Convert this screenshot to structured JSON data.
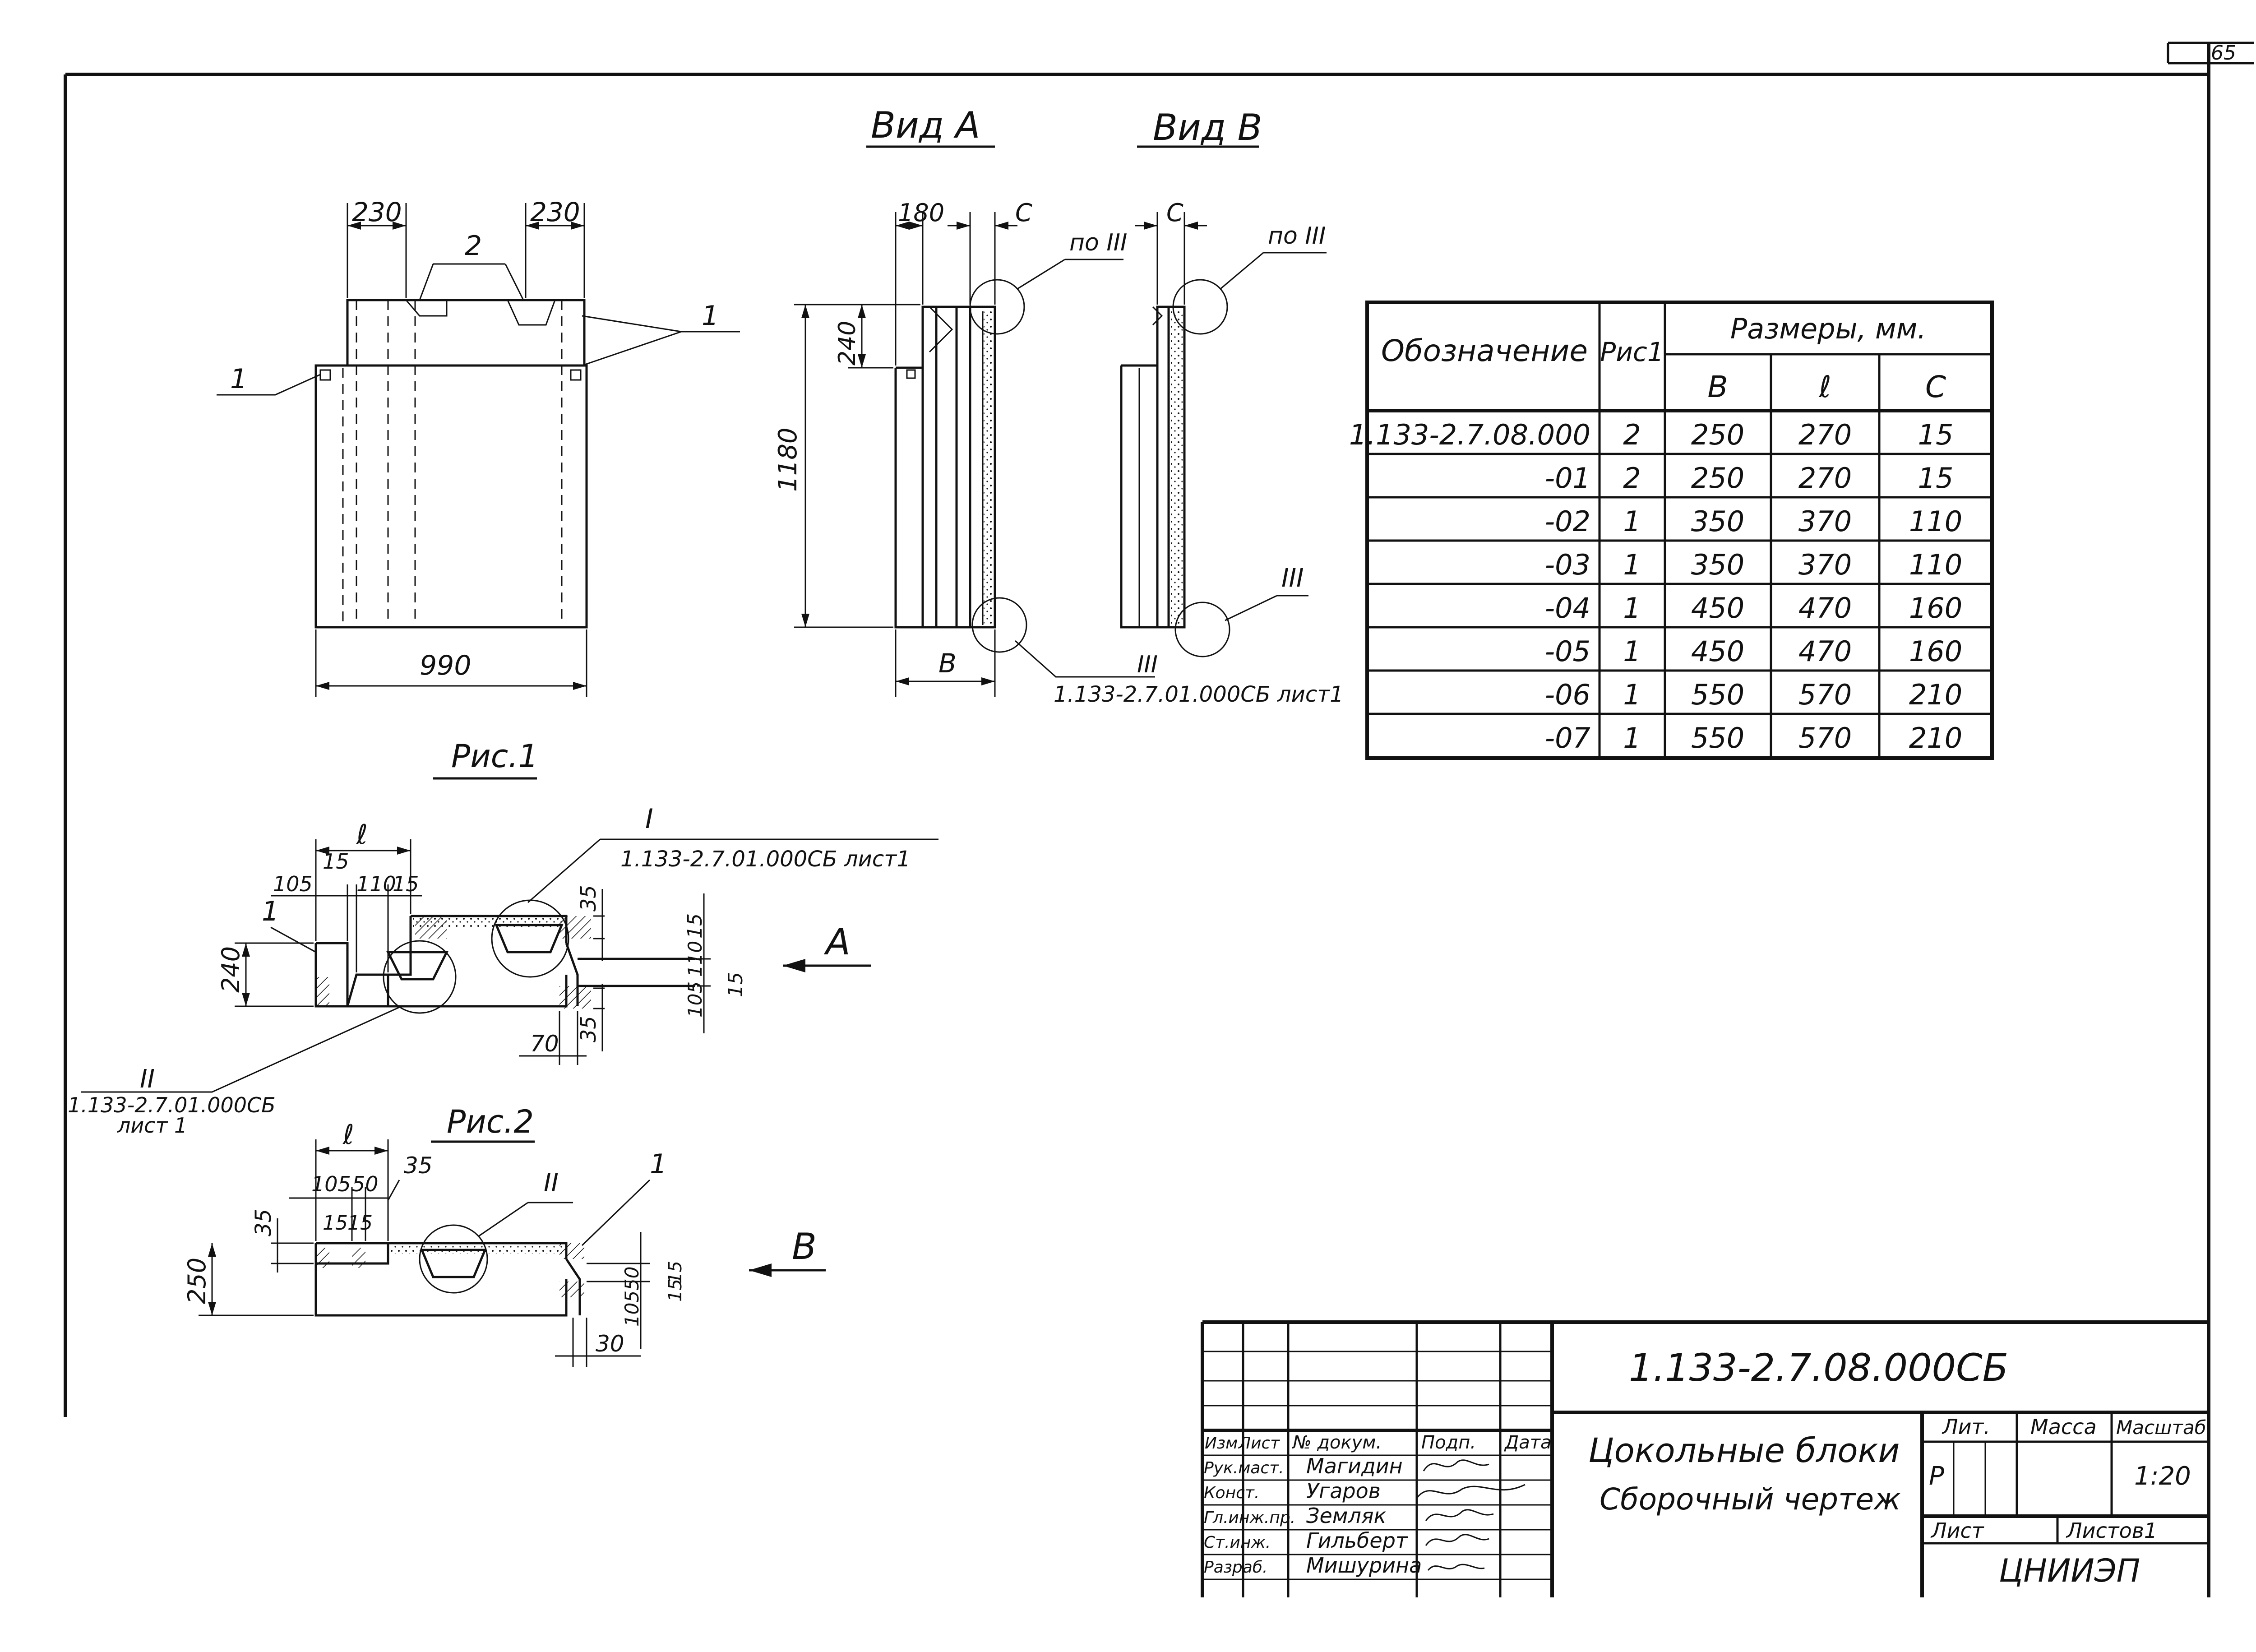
{
  "sheet": {
    "page_number": "65"
  },
  "views": {
    "view_a": "Вид А",
    "view_b": "Вид В",
    "fig1": "Рис.1",
    "fig2": "Рис.2"
  },
  "front_view": {
    "dim_left_top": "230",
    "dim_right_top": "230",
    "width": "990",
    "pos_2": "2",
    "pos_1_left": "1",
    "pos_1_right": "1"
  },
  "view_a": {
    "dim_top": "180",
    "dim_c": "С",
    "dim_240": "240",
    "dim_height": "1180",
    "dim_b": "В",
    "ref_label": "по III",
    "ref_iii": "III",
    "ref_note": "1.133-2.7.01.000СБ лист1"
  },
  "view_b": {
    "dim_c": "С",
    "ref_label": "по III",
    "mark_iii": "III"
  },
  "fig1": {
    "dim_l": "ℓ",
    "d105": "105",
    "d15a": "15",
    "d110": "110",
    "d15b": "15",
    "d240": "240",
    "pos_1": "1",
    "node_i": "I",
    "node_i_ref": "1.133-2.7.01.000СБ лист1",
    "d35a": "35",
    "d15c": "15",
    "d105b": "105",
    "d110b": "110",
    "d15d": "15",
    "d35b": "35",
    "d70": "70",
    "node_ii": "II",
    "node_ii_ref": "1.133-2.7.01.000СБ",
    "node_ii_sheet": "лист 1",
    "arrow": "А"
  },
  "fig2": {
    "dim_l": "ℓ",
    "d105": "105",
    "d50": "50",
    "d35a": "35",
    "d35b": "35",
    "d15a": "15",
    "d15b": "15",
    "d250": "250",
    "node_ii": "II",
    "pos_1": "1",
    "d105b": "105",
    "d50b": "50",
    "d15c": "15",
    "d15d": "15",
    "d30": "30",
    "arrow": "В"
  },
  "table": {
    "headers": {
      "designation": "Обозначение",
      "fig": "Рис1",
      "sizes": "Размеры, мм.",
      "b": "В",
      "l": "ℓ",
      "c": "С"
    },
    "rows": [
      {
        "designation": "1.133-2.7.08.000",
        "fig": "2",
        "b": "250",
        "l": "270",
        "c": "15"
      },
      {
        "designation": "-01",
        "fig": "2",
        "b": "250",
        "l": "270",
        "c": "15"
      },
      {
        "designation": "-02",
        "fig": "1",
        "b": "350",
        "l": "370",
        "c": "110"
      },
      {
        "designation": "-03",
        "fig": "1",
        "b": "350",
        "l": "370",
        "c": "110"
      },
      {
        "designation": "-04",
        "fig": "1",
        "b": "450",
        "l": "470",
        "c": "160"
      },
      {
        "designation": "-05",
        "fig": "1",
        "b": "450",
        "l": "470",
        "c": "160"
      },
      {
        "designation": "-06",
        "fig": "1",
        "b": "550",
        "l": "570",
        "c": "210"
      },
      {
        "designation": "-07",
        "fig": "1",
        "b": "550",
        "l": "570",
        "c": "210"
      }
    ]
  },
  "title_block": {
    "doc_code": "1.133-2.7.08.000СБ",
    "title_line1": "Цокольные блоки",
    "title_line2": "Сборочный чертеж",
    "col_izm": "Изм",
    "col_list": "Лист",
    "col_doc": "№ докум.",
    "col_sign": "Подп.",
    "col_date": "Дата",
    "lit_label": "Лит.",
    "mass_label": "Масса",
    "scale_label": "Масштаб",
    "lit_value": "Р",
    "scale_value": "1:20",
    "sheet_label": "Лист",
    "sheets_label": "Листов1",
    "org": "ЦНИИЭП",
    "people": [
      {
        "role": "Рук.маст.",
        "name": "Магидин"
      },
      {
        "role": "Конст.",
        "name": "Угаров"
      },
      {
        "role": "Гл.инж.пр.",
        "name": "Земляк"
      },
      {
        "role": "Ст.инж.",
        "name": "Гильберт"
      },
      {
        "role": "Разраб.",
        "name": "Мишурина"
      }
    ]
  }
}
